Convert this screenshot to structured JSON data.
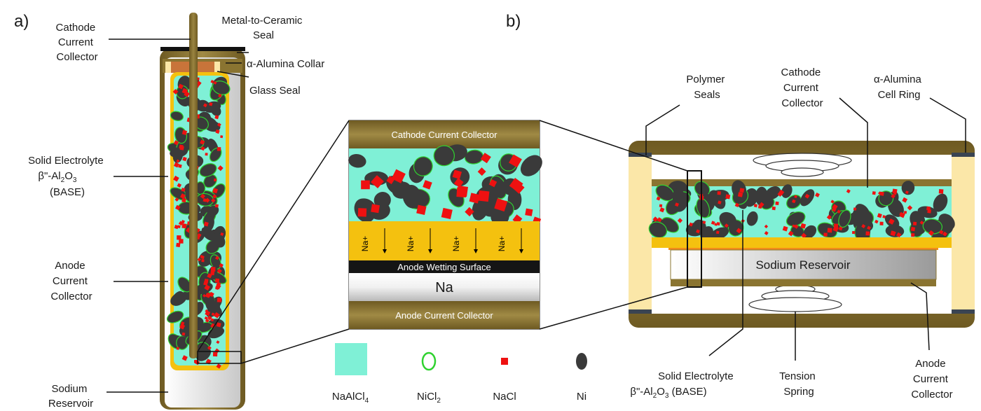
{
  "panels": {
    "a": "a)",
    "b": "b)"
  },
  "tube_labels": {
    "cathode_cc": [
      "Cathode",
      "Current",
      "Collector"
    ],
    "metal_ceramic_seal": [
      "Metal-to-Ceramic",
      "Seal"
    ],
    "alumina_collar": "α-Alumina Collar",
    "glass_seal": "Glass Seal",
    "solid_electrolyte": [
      "Solid Electrolyte",
      "β\"-Al",
      "(BASE)"
    ],
    "anode_cc": [
      "Anode",
      "Current",
      "Collector"
    ],
    "sodium_reservoir": [
      "Sodium",
      "Reservoir"
    ]
  },
  "zoom_labels": {
    "cathode_cc": "Cathode Current Collector",
    "na_ion": "Na",
    "anode_wetting": "Anode Wetting Surface",
    "na": "Na",
    "anode_cc": "Anode Current Collector"
  },
  "planar_labels": {
    "polymer_seals": [
      "Polymer",
      "Seals"
    ],
    "cathode_cc": [
      "Cathode",
      "Current",
      "Collector"
    ],
    "alumina_ring": [
      "α-Alumina",
      "Cell Ring"
    ],
    "sodium_reservoir": "Sodium Reservoir",
    "solid_electrolyte": [
      "Solid Electrolyte",
      "β\"-Al"
    ],
    "tension_spring": [
      "Tension",
      "Spring"
    ],
    "anode_cc": [
      "Anode",
      "Current",
      "Collector"
    ]
  },
  "legend": [
    {
      "label": "NaAlCl",
      "sub": "4",
      "symbol": "square-fill",
      "color": "#7ff0d6"
    },
    {
      "label": "NiCl",
      "sub": "2",
      "symbol": "ring",
      "color": "#2fd22f"
    },
    {
      "label": "NaCl",
      "sub": "",
      "symbol": "small-square",
      "color": "#ee1111"
    },
    {
      "label": "Ni",
      "sub": "",
      "symbol": "ellipse",
      "color": "#3a3a3a"
    }
  ],
  "colors": {
    "housing": "#8a7431",
    "catholyte": "#7ff0d6",
    "electrolyte": "#f4c10f",
    "nacl": "#ee1111",
    "nicl2": "#2fd22f",
    "ni": "#3a3a3a",
    "collar": "#c8743a",
    "seal_cream": "#fbe7a8"
  }
}
